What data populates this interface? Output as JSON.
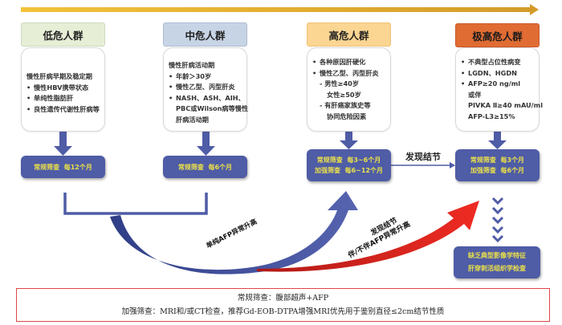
{
  "colors": {
    "timeline": "#e0a92f",
    "low_header": "#e6eed6",
    "mid_header": "#c7d4e6",
    "high_header": "#fbd592",
    "very_high_header": "#e06c33",
    "schedule_box": "#4f5ca6",
    "schedule_text": "#eae04a",
    "blue_arrow": "#4a58a3",
    "red_arrow": "#e02a22",
    "method_border": "#e04646"
  },
  "categories": [
    {
      "id": "low",
      "title": "低危人群",
      "description_lines": [
        {
          "type": "plain",
          "text": "慢性肝病早期及稳定期"
        },
        {
          "type": "bullet",
          "text": "慢性HBV携带状态"
        },
        {
          "type": "bullet",
          "text": "单纯性脂肪肝"
        },
        {
          "type": "bullet",
          "text": "良性遗传代谢性肝病等"
        }
      ],
      "schedule": [
        "常规筛查  每12个月"
      ]
    },
    {
      "id": "mid",
      "title": "中危人群",
      "description_lines": [
        {
          "type": "plain",
          "text": "慢性肝病活动期"
        },
        {
          "type": "bullet",
          "text": "年龄＞30岁"
        },
        {
          "type": "bullet",
          "text": "慢性乙型、丙型肝炎"
        },
        {
          "type": "bullet",
          "text": "NASH、ASH、AIH、"
        },
        {
          "type": "indent",
          "text": "PBC或Wilson病等慢性"
        },
        {
          "type": "indent",
          "text": "肝病活动期"
        }
      ],
      "schedule": [
        "常规筛查  每6个月"
      ]
    },
    {
      "id": "high",
      "title": "高危人群",
      "description_lines": [
        {
          "type": "bullet",
          "text": "各种原因肝硬化"
        },
        {
          "type": "bullet",
          "text": "慢性乙型、丙型肝炎"
        },
        {
          "type": "sub",
          "text": "- 男性≥40岁"
        },
        {
          "type": "sub2",
          "text": "女性≥50岁"
        },
        {
          "type": "sub",
          "text": "- 有肝癌家族史等"
        },
        {
          "type": "sub2",
          "text": "协同危险因素"
        }
      ],
      "schedule": [
        "常规筛查  每3~6个月",
        "加强筛查  每6~12个月"
      ]
    },
    {
      "id": "very_high",
      "title": "极高危人群",
      "description_lines": [
        {
          "type": "bullet",
          "text": "不典型占位性病变"
        },
        {
          "type": "bullet",
          "text": "LGDN、HGDN"
        },
        {
          "type": "bullet",
          "text": "AFP≥20 ng/ml"
        },
        {
          "type": "indent",
          "text": "或伴"
        },
        {
          "type": "indent",
          "text": "PIVKA Ⅱ≥40 mAU/ml"
        },
        {
          "type": "indent",
          "text": "AFP-L3≥15%"
        }
      ],
      "schedule": [
        "常规筛查  每3个月",
        "加强筛查  每6个月"
      ]
    }
  ],
  "transitions": {
    "high_to_very_high": "发现结节",
    "blue_curve": "单纯AFP异常升高",
    "red_curve_line1": "发现结节",
    "red_curve_line2": "伴/不伴AFP异常升高"
  },
  "biopsy_box": [
    "缺乏典型影像学特征",
    "肝穿刺活组织学检查"
  ],
  "methods": {
    "routine": "常规筛查：腹部超声+AFP",
    "enhanced": "加强筛查：MRI和/或CT检查，推荐Gd-EOB-DTPA增强MRI优先用于鉴别直径≤2cm结节性质"
  }
}
